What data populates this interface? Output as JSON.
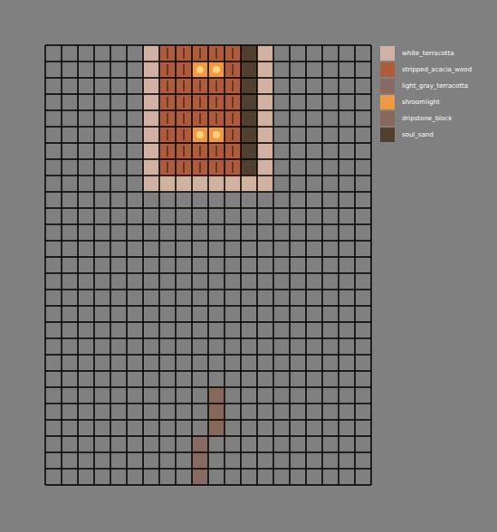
{
  "diagram": {
    "legend": [
      {
        "text": "white_terracotta",
        "color": "#d1b1a1"
      },
      {
        "text": "stripped_acacia_wood",
        "color": "#ae5c3b"
      },
      {
        "text": "light_gray_terracotta",
        "color": "#876a61"
      },
      {
        "text": "shroomlight",
        "color": "#f19a46"
      },
      {
        "text": "dripstone_block",
        "color": "#86695a"
      },
      {
        "text": "soul_sand",
        "color": "#51402f"
      }
    ]
  }
}
